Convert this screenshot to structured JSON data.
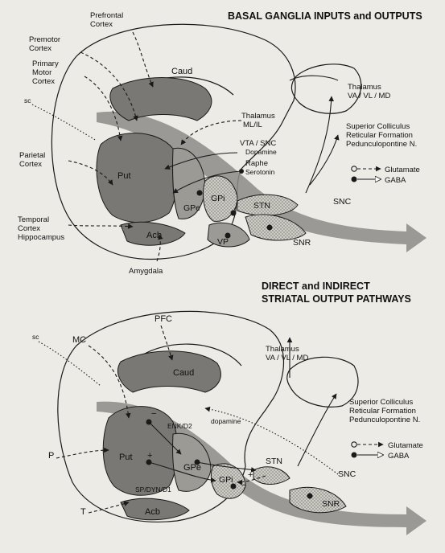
{
  "top_panel": {
    "title": "BASAL GANGLIA INPUTS and OUTPUTS",
    "cortex_labels": {
      "prefrontal": [
        "Prefrontal",
        "Cortex"
      ],
      "premotor": [
        "Premotor",
        "Cortex"
      ],
      "primary_motor": [
        "Primary",
        "Motor",
        "Cortex"
      ],
      "sc": "sc",
      "parietal": [
        "Parietal",
        "Cortex"
      ],
      "temporal": [
        "Temporal",
        "Cortex",
        "Hippocampus"
      ]
    },
    "structures": {
      "caud": "Caud",
      "put": "Put",
      "gpe": "GPe",
      "gpi": "GPi",
      "stn": "STN",
      "snr": "SNR",
      "snc": "SNC",
      "vp": "VP",
      "acb": "Acb",
      "amygdala": "Amygdala"
    },
    "inputs": {
      "thalamus_ml": [
        "Thalamus",
        "ML/IL"
      ],
      "vta": "VTA / SNC",
      "dopamine": "Dopamine",
      "raphe": "Raphe",
      "serotonin": "Serotonin"
    },
    "outputs": {
      "thalamus": [
        "Thalamus",
        "VA / VL / MD"
      ],
      "superior": [
        "Superior Colliculus",
        "Reticular Formation",
        "Pedunculopontine N."
      ]
    },
    "legend": {
      "glutamate": "Glutamate",
      "gaba": "GABA"
    }
  },
  "bottom_panel": {
    "title": [
      "DIRECT and INDIRECT",
      "STRIATAL OUTPUT PATHWAYS"
    ],
    "labels": {
      "pfc": "PFC",
      "mc": "MC",
      "sc": "sc",
      "p": "P",
      "t": "T",
      "caud": "Caud",
      "put": "Put",
      "gpe": "GPe",
      "gpi": "GPi",
      "stn": "STN",
      "snr": "SNR",
      "snc": "SNC",
      "acb": "Acb",
      "dopamine": "dopamine",
      "enk": "ENK/D2",
      "spdyn": "SP/DYN/D1",
      "minus": "−",
      "plus": "+"
    },
    "outputs": {
      "thalamus": [
        "Thalamus",
        "VA / VL / MD"
      ],
      "superior": [
        "Superior Colliculus",
        "Reticular Formation",
        "Pedunculopontine N."
      ]
    },
    "legend": {
      "glutamate": "Glutamate",
      "gaba": "GABA"
    }
  },
  "colors": {
    "background": "#ecebe6",
    "nucleus_fill": "#7a7874",
    "arrow_fill": "#8d8b86",
    "ink": "#111111"
  }
}
